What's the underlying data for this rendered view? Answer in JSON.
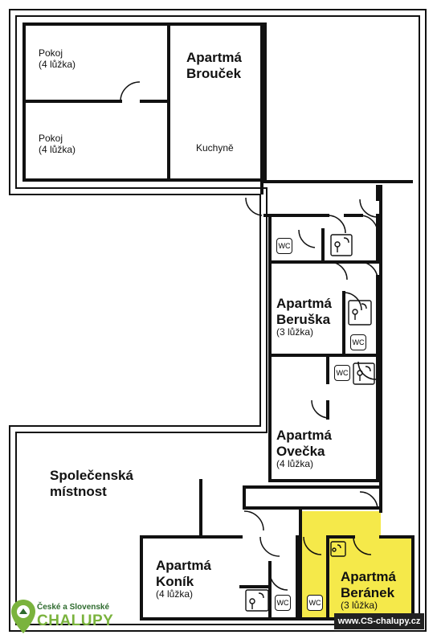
{
  "rooms": {
    "pokoj1": {
      "name": "Pokoj",
      "beds": "(4 lůžka)"
    },
    "pokoj2": {
      "name": "Pokoj",
      "beds": "(4 lůžka)"
    },
    "broucek": {
      "name_line1": "Apartmá",
      "name_line2": "Brouček",
      "kitchen": "Kuchyně"
    },
    "beruska": {
      "name_line1": "Apartmá",
      "name_line2": "Beruška",
      "beds": "(3 lůžka)"
    },
    "ovecka": {
      "name_line1": "Apartmá",
      "name_line2": "Ovečka",
      "beds": "(4 lůžka)"
    },
    "spolecenska": {
      "name_line1": "Společenská",
      "name_line2": "místnost"
    },
    "konik": {
      "name_line1": "Apartmá",
      "name_line2": "Koník",
      "beds": "(4 lůžka)"
    },
    "beranek": {
      "name_line1": "Apartmá",
      "name_line2": "Beránek",
      "beds": "(3 lůžka)"
    }
  },
  "wc_label": "WC",
  "highlight_color": "#f5e94a",
  "wall_color": "#111111",
  "logo": {
    "line1": "České a Slovenské",
    "line2": "CHALUPY",
    "brand_color": "#7ab33d"
  },
  "website": "www.CS-chalupy.cz",
  "icons": [
    "wc-sign-icon",
    "shower-icon",
    "location-pin-icon"
  ]
}
